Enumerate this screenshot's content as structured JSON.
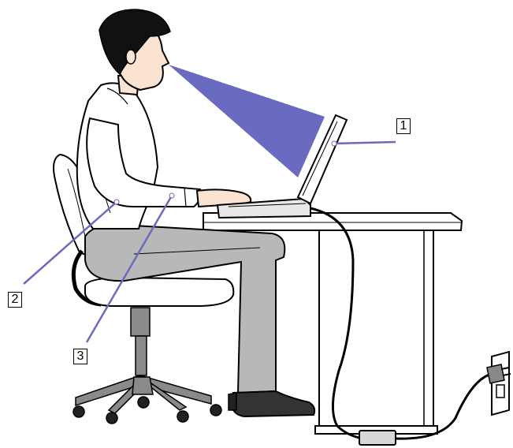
{
  "callouts": {
    "screen": {
      "label": "1"
    },
    "elbow": {
      "label": "2"
    },
    "forearm": {
      "label": "3"
    }
  },
  "colors": {
    "outline": "#000000",
    "shirt": "#ffffff",
    "trousers": "#b8b8b8",
    "skin": "#fbe3d2",
    "hair": "#111111",
    "chair_frame": "#8a8a8a",
    "desk": "#ffffff",
    "sight_cone": "#6a6ac0",
    "leader_lines": "#6a6ac0"
  },
  "icons": {
    "person": "seated-user-figure",
    "chair": "office-chair",
    "desk": "desk",
    "laptop": "laptop-computer",
    "power": "wall-outlet-plug"
  }
}
